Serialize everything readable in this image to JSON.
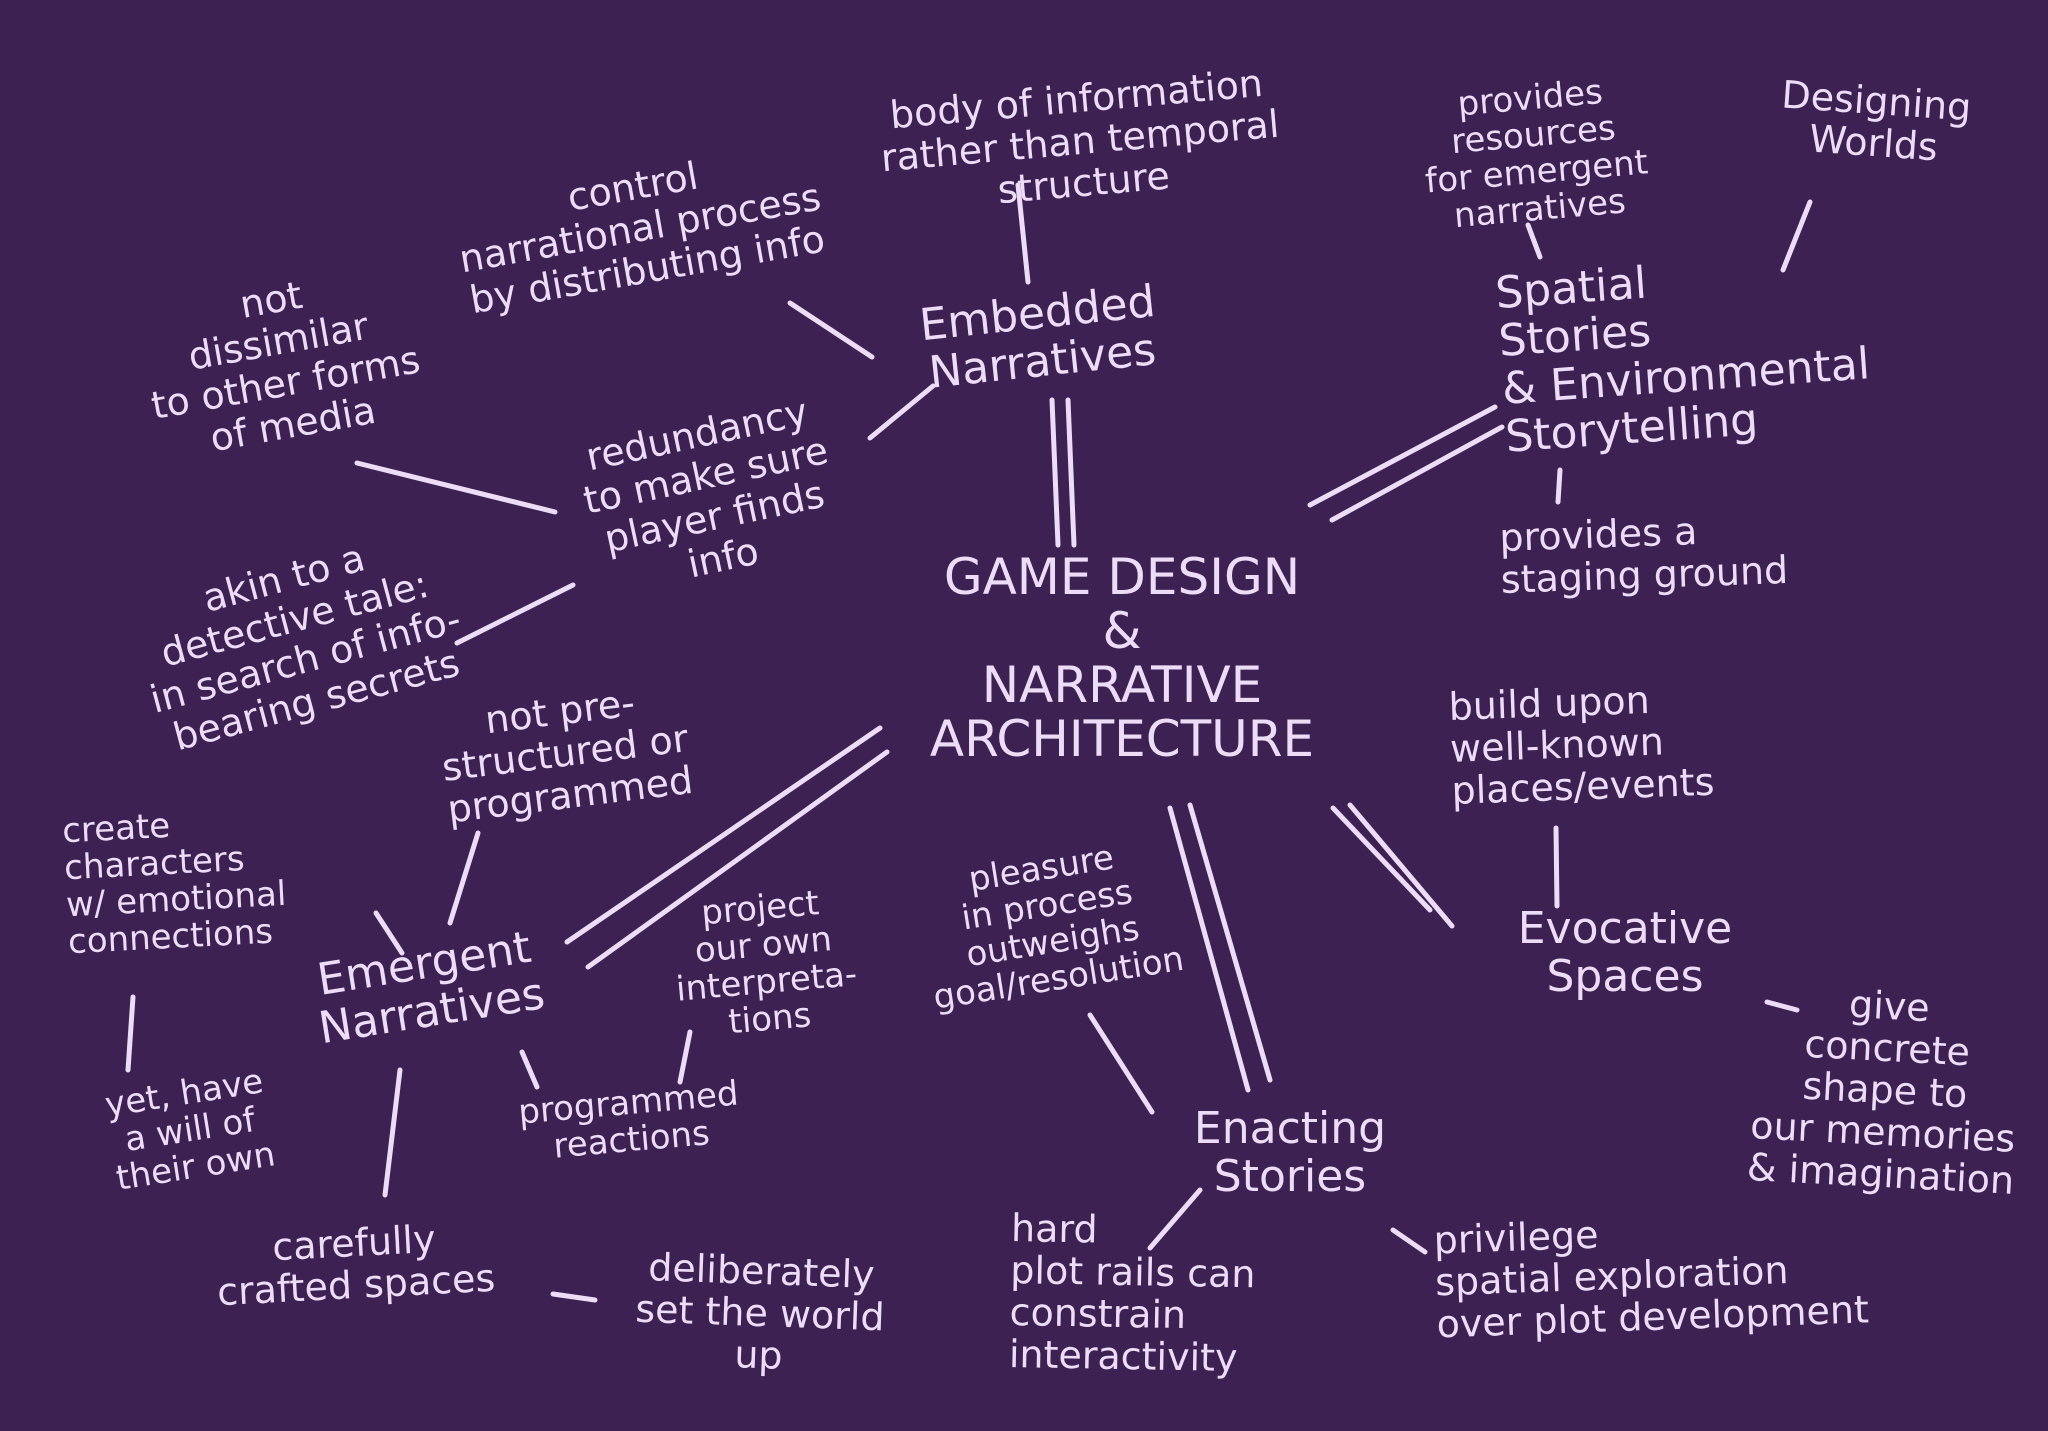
{
  "colors": {
    "background": "#3c2152",
    "ink": "#ecdcf6"
  },
  "center": {
    "text": "GAME DESIGN\n&\nNARRATIVE\nARCHITECTURE"
  },
  "nodes": {
    "embedded": "Embedded\nNarratives",
    "spatial": "Spatial\nStories\n& Environmental\nStorytelling",
    "emergent": "Emergent\nNarratives",
    "enacting": "Enacting\nStories",
    "evocative": "Evocative\nSpaces"
  },
  "notes": {
    "body_of_info": "body of information\nrather than temporal\nstructure",
    "control": "control\nnarrational process\nby distributing info",
    "redundancy": "redundancy\nto make sure\nplayer finds\ninfo",
    "not_dissimilar": "not\ndissimilar\nto other forms\nof media",
    "akin_detective": "akin to a\ndetective tale:\nin search of info-\nbearing secrets",
    "provides_resources": "provides\nresources\nfor emergent\nnarratives",
    "designing_worlds": "Designing\nWorlds",
    "staging_ground": "provides a\nstaging ground",
    "not_prestructured": "not pre-\nstructured or\nprogrammed",
    "create_characters": "create\ncharacters\nw/ emotional\nconnections",
    "will_of_own": "yet, have\na will of\ntheir own",
    "project_interp": "project\nour own\ninterpreta-\ntions",
    "programmed_reactions": "programmed\nreactions",
    "crafted_spaces": "carefully\ncrafted spaces",
    "set_world_up": "deliberately\nset the world\nup",
    "pleasure_process": "pleasure\nin process\noutweighs\ngoal/resolution",
    "hard_plot_rails": "hard\nplot rails can\nconstrain\ninteractivity",
    "privilege_spatial": "privilege\nspatial exploration\nover plot development",
    "build_upon": "build upon\nwell-known\nplaces/events",
    "give_shape": "give\nconcrete\nshape to\nour memories\n& imagination"
  }
}
